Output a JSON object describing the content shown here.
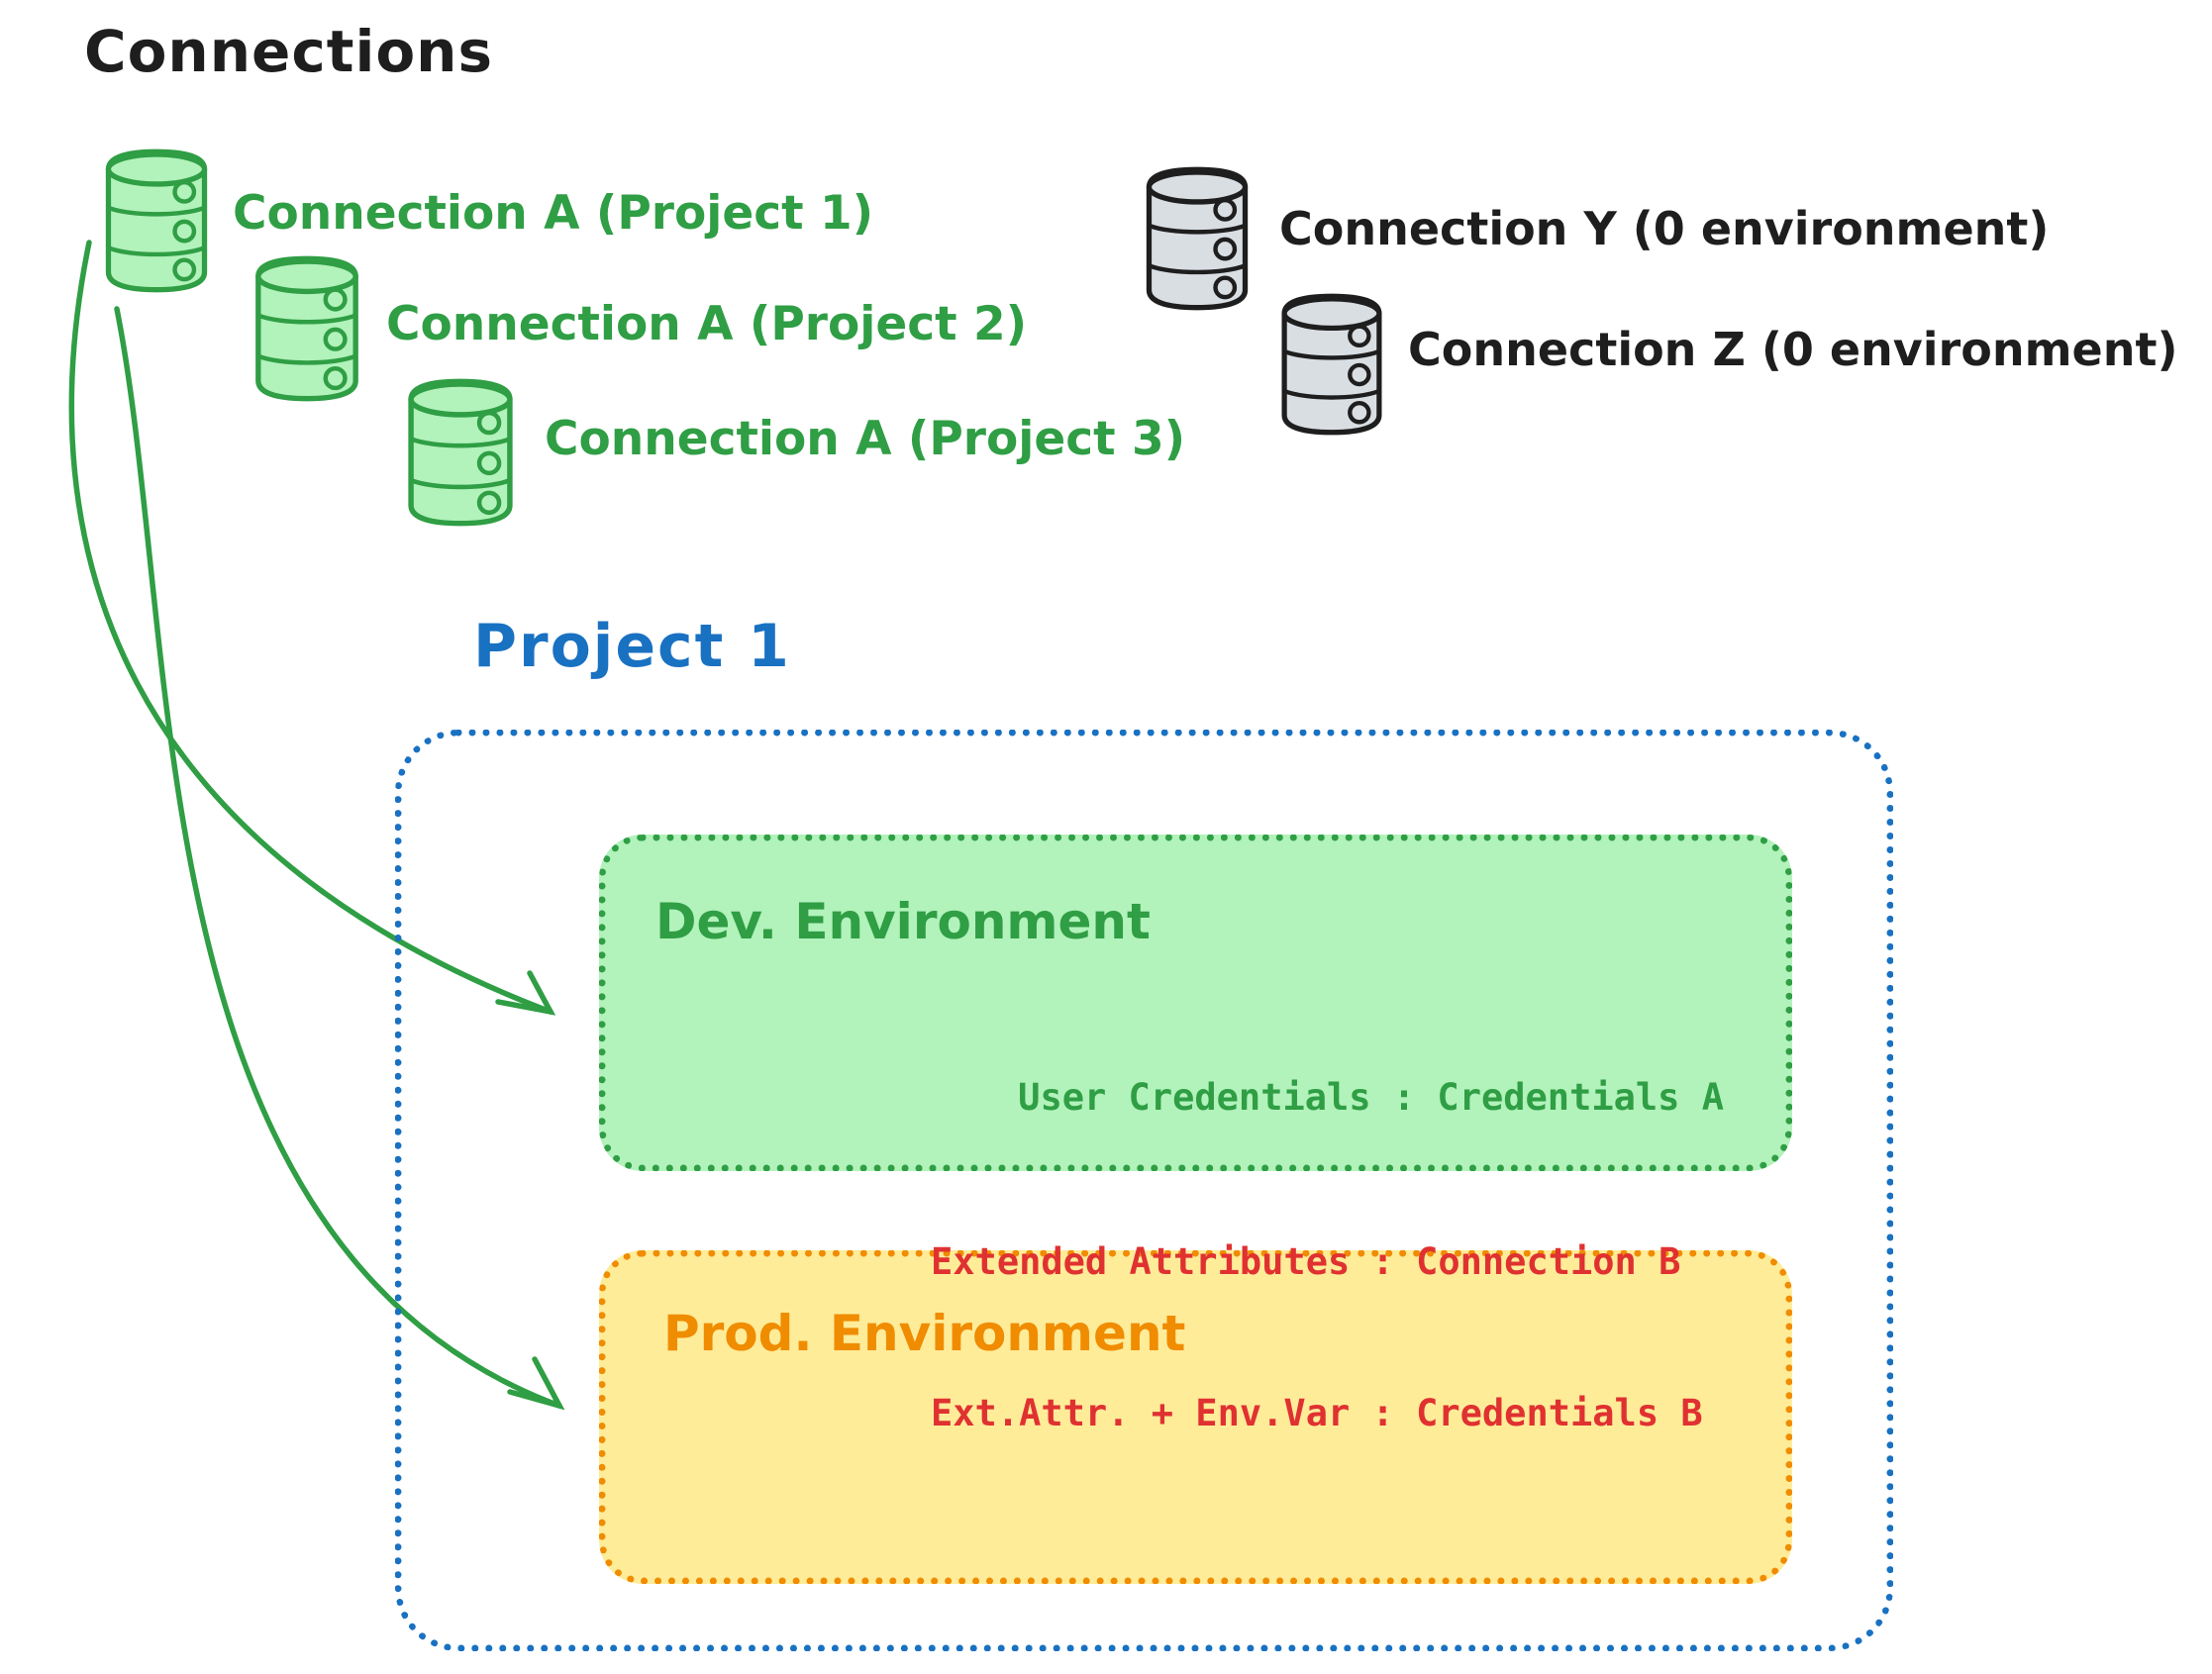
{
  "title": "Connections",
  "connections": {
    "green": [
      {
        "label": "Connection A (Project 1)"
      },
      {
        "label": "Connection A (Project 2)"
      },
      {
        "label": "Connection A (Project 3)"
      }
    ],
    "gray": [
      {
        "label": "Connection Y (0 environment)"
      },
      {
        "label": "Connection Z (0 environment)"
      }
    ]
  },
  "project": {
    "title": "Project 1",
    "dev_environment": {
      "title": "Dev. Environment",
      "mapping": "User Credentials : Credentials A"
    },
    "prod_environment": {
      "title": "Prod. Environment",
      "mappings": [
        "Extended Attributes : Connection B",
        "Ext.Attr. + Env.Var : Credentials B"
      ]
    }
  },
  "icons": {
    "database": "db-cylinder-icon"
  },
  "colors": {
    "green_stroke": "#2f9e44",
    "green_fill": "#b2f2bb",
    "blue": "#1971c2",
    "orange": "#f08c00",
    "yellow_fill": "#ffec99",
    "red_text": "#e03131",
    "gray_fill": "#d9dee3",
    "ink": "#1e1e1e"
  }
}
